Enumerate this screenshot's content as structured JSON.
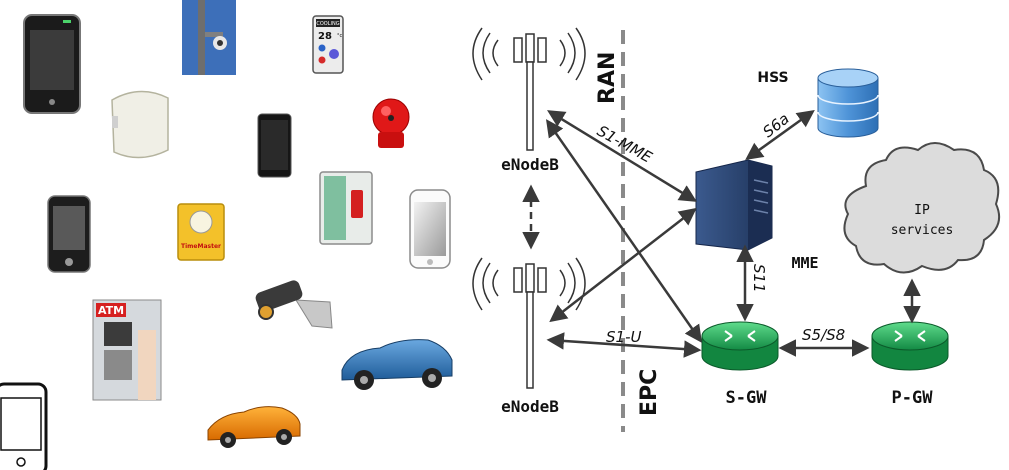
{
  "labels": {
    "enodeb_top": "eNodeB",
    "enodeb_bottom": "eNodeB",
    "ran": "RAN",
    "epc": "EPC",
    "hss": "HSS",
    "mme": "MME",
    "sgw": "S-GW",
    "pgw": "P-GW",
    "ip_line1": "IP",
    "ip_line2": "services",
    "s1_mme": "S1-MME",
    "s1_u": "S1-U",
    "s6a": "S6a",
    "s11": "S11",
    "s5s8": "S5/S8",
    "atm": "ATM"
  },
  "devices": {
    "thermostat_reading": "28",
    "thermostat_unit": "°c",
    "thermostat_header": "COOLING",
    "smoke_alarm_brand": "TimeMaster"
  },
  "colors": {
    "router_green": "#1ea85a",
    "server_blue": "#2f4a78",
    "db_blue": "#4f94d8",
    "arrow": "#3a3a3a",
    "divider": "#8a8a8a",
    "cloud": "#dcdcdc"
  }
}
